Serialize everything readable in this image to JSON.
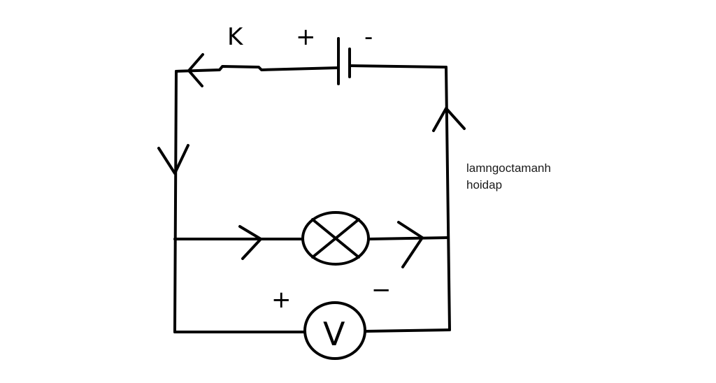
{
  "labels": {
    "switch": "K",
    "battery_plus": "+",
    "battery_minus": "-",
    "voltmeter_plus": "+",
    "voltmeter_minus": "−",
    "voltmeter": "V"
  },
  "watermark": {
    "line1": "lamngoctamanh",
    "line2": "hoidap"
  },
  "colors": {
    "stroke": "#000000",
    "background": "#ffffff"
  }
}
